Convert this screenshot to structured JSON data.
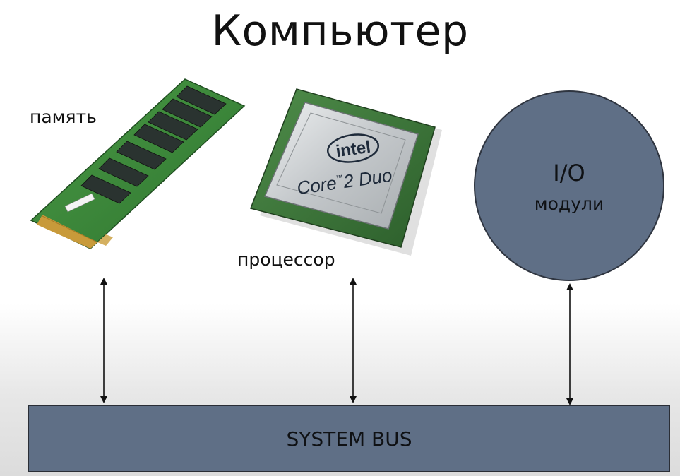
{
  "title": "Компьютер",
  "labels": {
    "memory": "память",
    "processor": "процессор"
  },
  "cpu_chip": {
    "brand": "intel",
    "model": "Core 2 Duo",
    "model_core": "Core",
    "model_tm": "™",
    "model_rest": "2 Duo"
  },
  "io_module": {
    "line1": "I/O",
    "line2": "модули"
  },
  "system_bus": {
    "label": "SYSTEM BUS"
  },
  "colors": {
    "module_fill": "#5f6f86",
    "module_border": "#2f3540",
    "ram_pcb": "#3c8a3a",
    "ram_chip": "#2a3330",
    "ram_contacts": "#c89a3a",
    "cpu_green": "#3f7b3d",
    "cpu_heatspreader": "#c8cccf"
  }
}
